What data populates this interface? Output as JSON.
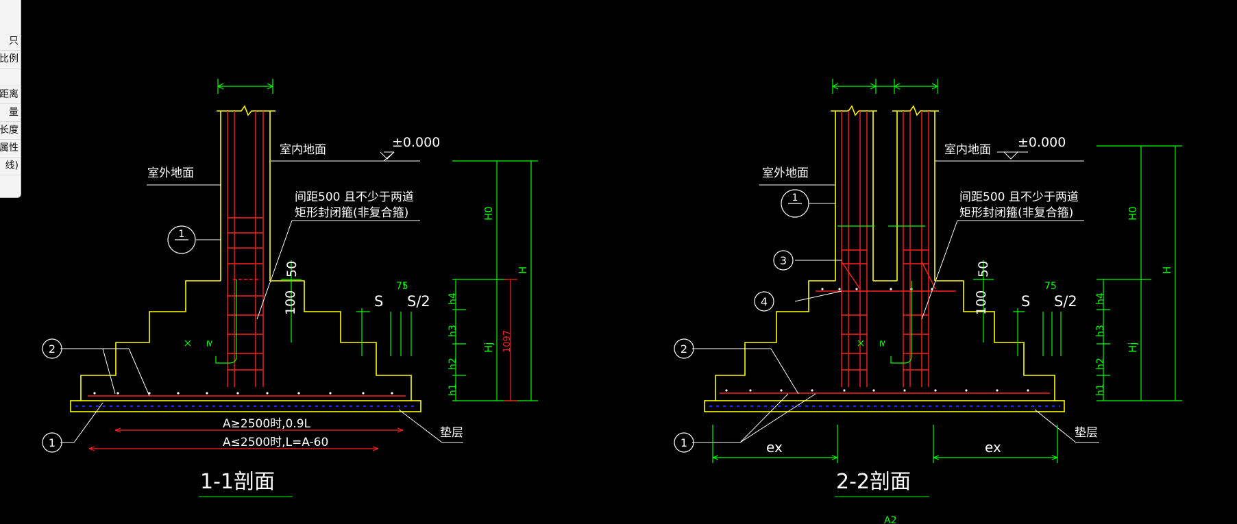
{
  "side_panel": {
    "items": [
      "只",
      "比例",
      "",
      "距离",
      "量",
      "长度",
      "性属性",
      "线)"
    ]
  },
  "section_1": {
    "title": "1-1剖面",
    "outdoor_ground": "室外地面",
    "indoor_ground": "室内地面",
    "level_mark": "±0.000",
    "stirrup_note_line1": "间距500 且不少于两道",
    "stirrup_note_line2": "矩形封闭箍(非复合箍)",
    "cushion_layer": "垫层",
    "length_rule_1": "A≥2500时,0.9L",
    "length_rule_2": "A≤2500时,L=A-60",
    "dim_50": "50",
    "dim_100": "100",
    "dim_75": "75",
    "dim_S": "S",
    "dim_S2": "S/2",
    "dim_H0": "H0",
    "dim_H": "H",
    "dim_Hj": "Hj",
    "dim_1097": "1097",
    "dim_h1": "h1",
    "dim_h2": "h2",
    "dim_h3": "h3",
    "dim_h4": "h4",
    "mark_v": "≥",
    "callout_1": "1",
    "callout_2": "2",
    "callout_column": "1"
  },
  "section_2": {
    "title": "2-2剖面",
    "outdoor_ground": "室外地面",
    "indoor_ground": "室内地面",
    "level_mark": "±0.000",
    "stirrup_note_line1": "间距500 且不少于两道",
    "stirrup_note_line2": "矩形封闭箍(非复合箍)",
    "cushion_layer": "垫层",
    "dim_ex_left": "ex",
    "dim_ex_right": "ex",
    "dim_50": "50",
    "dim_100": "100",
    "dim_75": "75",
    "dim_S": "S",
    "dim_S2": "S/2",
    "dim_H0": "H0",
    "dim_H": "H",
    "dim_Hj": "Hj",
    "dim_h1": "h1",
    "dim_h2": "h2",
    "dim_h3": "h3",
    "dim_h4": "h4",
    "mark_v": "≥",
    "callout_1": "1",
    "callout_2": "2",
    "callout_3": "3",
    "callout_4": "4",
    "callout_column": "1"
  },
  "bottom_label": "A2",
  "colors": {
    "background": "#000000",
    "outline": "#ffff00",
    "rebar": "#ff2020",
    "dimension": "#00ff00",
    "text": "#ffffff",
    "cushion_fill": "#1a1aff"
  }
}
